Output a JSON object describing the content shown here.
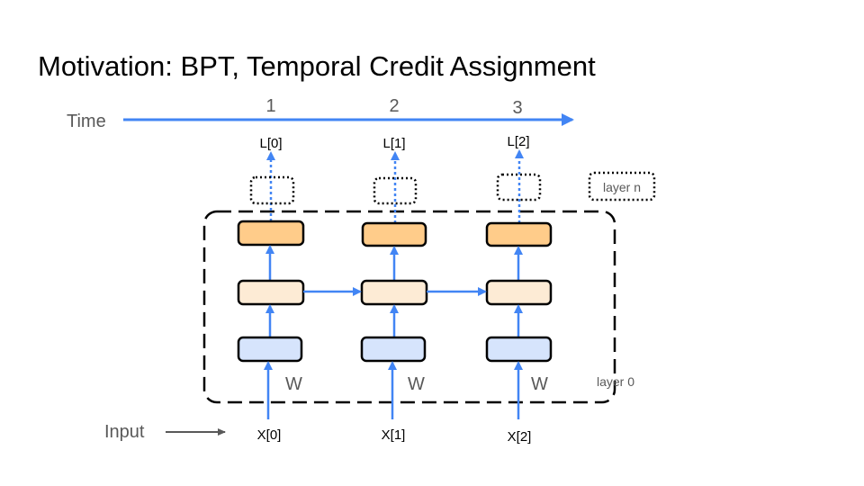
{
  "title": "Motivation: BPT, Temporal Credit Assignment",
  "time_axis": {
    "label": "Time",
    "ticks": [
      "1",
      "2",
      "3"
    ]
  },
  "input_label": "Input",
  "losses": [
    "L[0]",
    "L[1]",
    "L[2]"
  ],
  "inputs": [
    "X[0]",
    "X[1]",
    "X[2]"
  ],
  "weights": [
    "W",
    "W",
    "W"
  ],
  "layer_labels": {
    "top": "layer n",
    "bottom": "layer 0"
  },
  "colors": {
    "arrow_blue": "#4285f4",
    "top_layer_fill": "#ffcc8a",
    "middle_layer_fill": "#fdebd5",
    "bottom_layer_fill": "#d6e4fc",
    "gray_text": "#595959"
  }
}
